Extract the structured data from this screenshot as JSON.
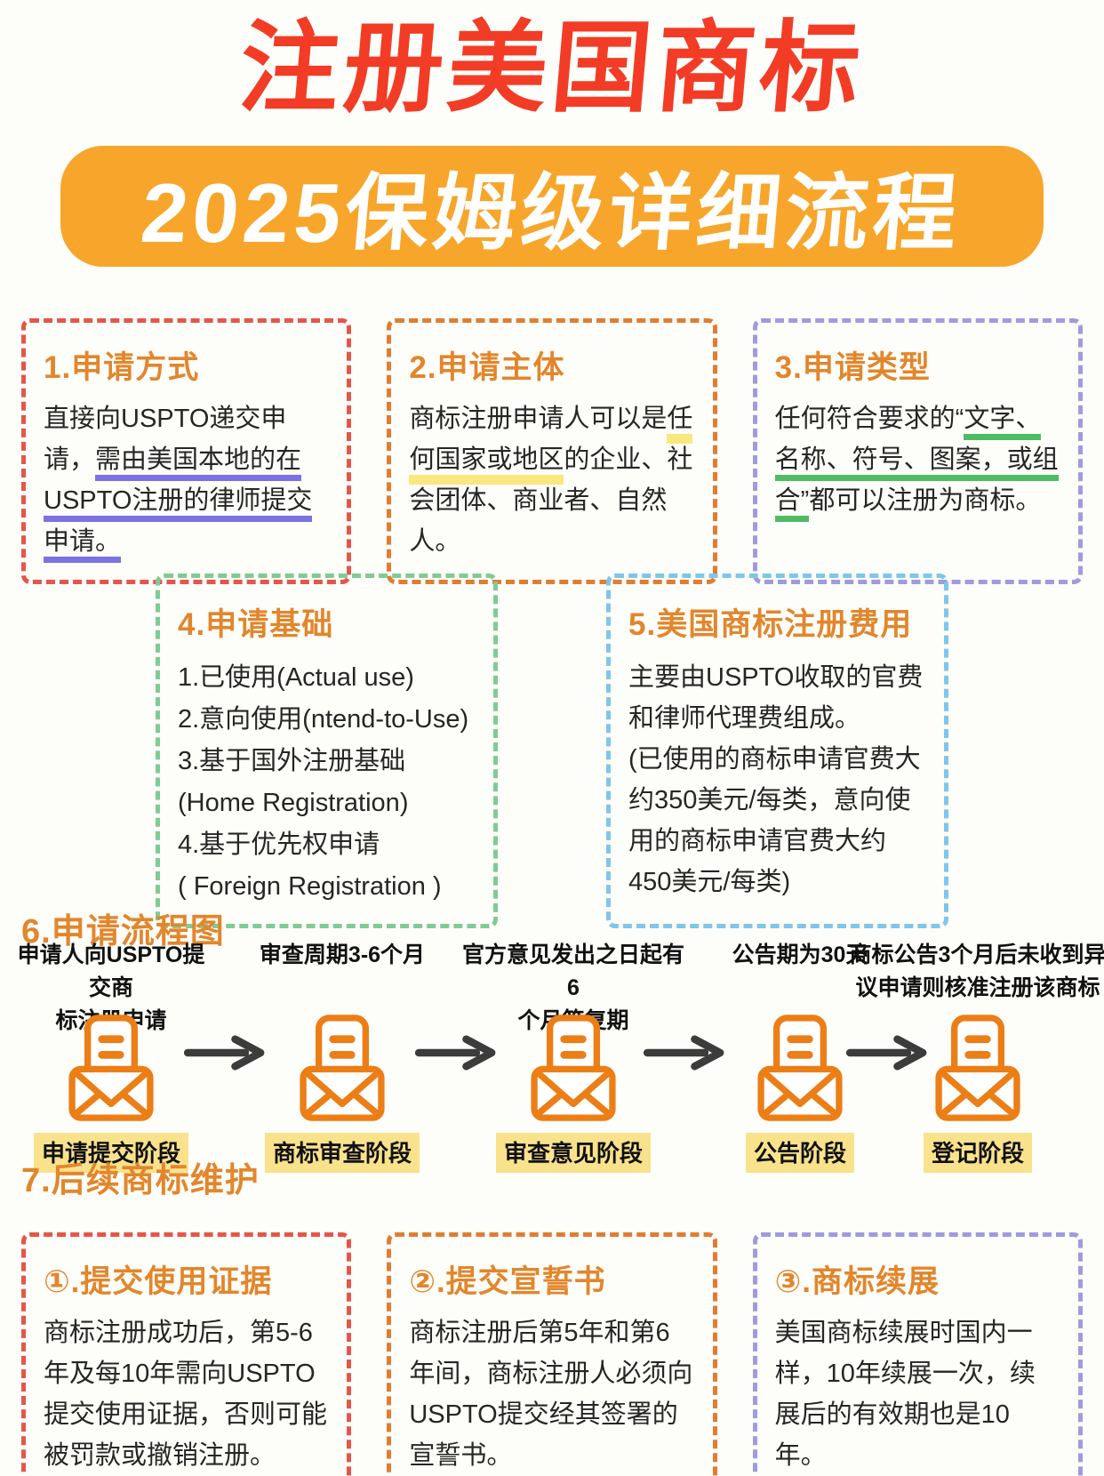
{
  "colors": {
    "title_red": "#F23C26",
    "banner_orange": "#F7A62B",
    "heading_orange": "#E2862C",
    "border_red": "#E4564A",
    "border_orange": "#DF7D32",
    "border_purple": "#A09ADF",
    "border_green": "#80CB94",
    "border_blue": "#7EC6EB",
    "underline_purple": "#7B72E3",
    "underline_yellow": "#F8E87E",
    "underline_green": "#4FBC63",
    "highlight_yellow": "#F9E28C",
    "envelope_orange": "#EC7E16",
    "arrow_gray": "#3C3C3C",
    "text_dark": "#262626",
    "bg": "#FDFDF9"
  },
  "header": {
    "title": "注册美国商标",
    "banner": "2025保姆级详细流程"
  },
  "row1": [
    {
      "title": "1.申请方式",
      "segments": [
        {
          "t": "直接向USPTO递交申请，"
        },
        {
          "t": "需由美国本地的在USPTO注册的律师提交申请。",
          "u": "purple"
        }
      ]
    },
    {
      "title": "2.申请主体",
      "segments": [
        {
          "t": "商标注册申请人可以是"
        },
        {
          "t": "任何国家或地区",
          "u": "yellow"
        },
        {
          "t": "的企业、社会团体、商业者、自然人。"
        }
      ]
    },
    {
      "title": "3.申请类型",
      "segments": [
        {
          "t": "任何符合要求的“"
        },
        {
          "t": "文字、名称、符号、图案，或组合”",
          "u": "green"
        },
        {
          "t": "都可以注册为商标。"
        }
      ]
    }
  ],
  "row2": [
    {
      "title": "4.申请基础",
      "lines": [
        "1.已使用(Actual use)",
        "2.意向使用(ntend-to-Use)",
        "3.基于国外注册基础",
        "(Home Registration)",
        "4.基于优先权申请",
        "( Foreign Registration )"
      ]
    },
    {
      "title": "5.美国商标注册费用",
      "lines": [
        "主要由USPTO收取的官费和律师代理费组成。",
        "(已使用的商标申请官费大约350美元/每类，意向使用的商标申请官费大约450美元/每类)"
      ]
    }
  ],
  "flow": {
    "heading": "6.申请流程图",
    "steps": [
      {
        "label_lines": [
          "申请人向USPTO提交商",
          "标注册申请"
        ],
        "stage": "申请提交阶段"
      },
      {
        "label_lines": [
          "审查周期3-6个月"
        ],
        "stage": "商标审查阶段"
      },
      {
        "label_lines": [
          "官方意见发出之日起有6",
          "个月答复期"
        ],
        "stage": "审查意见阶段"
      },
      {
        "label_lines": [
          "公告期为30天"
        ],
        "stage": "公告阶段"
      },
      {
        "label_lines": [
          "商标公告3个月后未收到异",
          "议申请则核准注册该商标"
        ],
        "stage": "登记阶段"
      }
    ]
  },
  "maintenance": {
    "heading": "7.后续商标维护",
    "boxes": [
      {
        "title": "①.提交使用证据",
        "body": "商标注册成功后，第5-6年及每10年需向USPTO提交使用证据，否则可能被罚款或撤销注册。"
      },
      {
        "title": "②.提交宣誓书",
        "body": "商标注册后第5年和第6年间，商标注册人必须向USPTO提交经其签署的宣誓书。"
      },
      {
        "title": "③.商标续展",
        "body": "美国商标续展时国内一样，10年续展一次，续展后的有效期也是10年。"
      }
    ]
  }
}
